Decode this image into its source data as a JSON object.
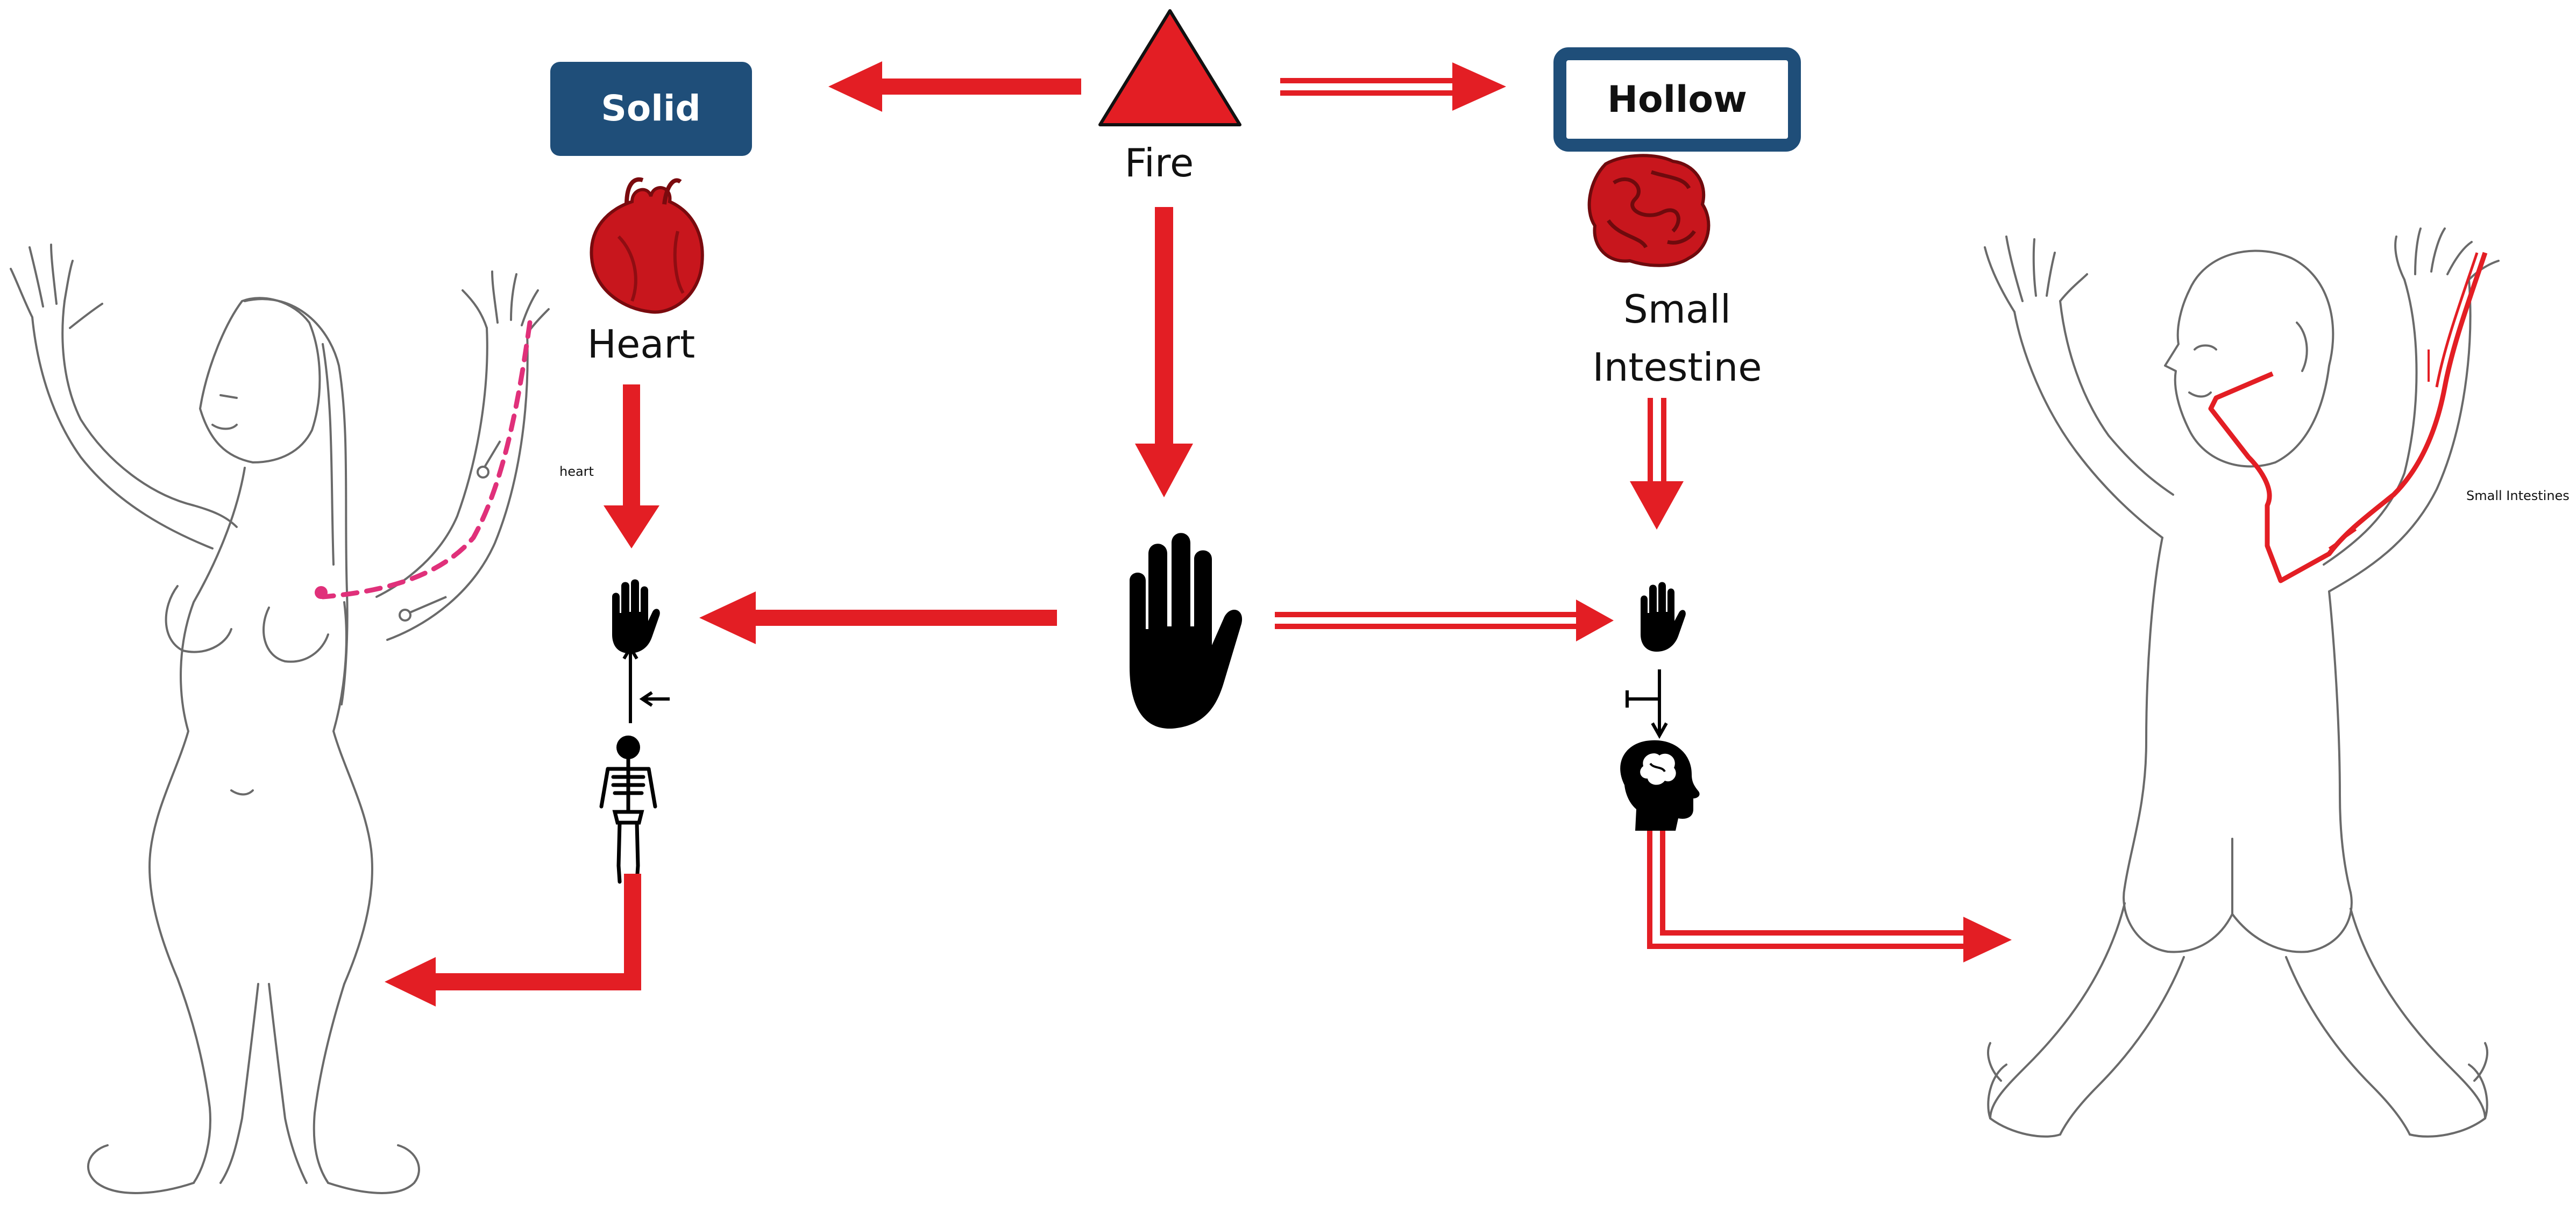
{
  "title": "",
  "colors": {
    "arrow_red": "#e31e24",
    "box_fill": "#1f4e79",
    "box_border": "#1f4e79",
    "text": "#111111",
    "body_outline": "#6a6a6a",
    "organ_red": "#c8161d"
  },
  "element": {
    "label": "Fire",
    "icon": "red-triangle-icon"
  },
  "categories": {
    "solid": {
      "label": "Solid",
      "style": "filled-box"
    },
    "hollow": {
      "label": "Hollow",
      "style": "outlined-box"
    }
  },
  "organs": {
    "solid": {
      "label": "Heart",
      "icon": "heart-icon"
    },
    "hollow": {
      "label_line1": "Small",
      "label_line2": "Intestine",
      "icon": "intestine-icon"
    }
  },
  "meridians": {
    "heart": {
      "label": "heart",
      "line_style": "dashed-pink"
    },
    "small_intestine": {
      "label": "Small Intestines",
      "line_style": "solid-red"
    }
  },
  "icons": {
    "center": "hand-icon",
    "solid_chain": [
      "hand-icon",
      "skeleton-icon"
    ],
    "hollow_chain": [
      "hand-icon",
      "brain-head-icon"
    ]
  },
  "arrow_styles": {
    "solid_side": "single-thick",
    "hollow_side": "double-line"
  }
}
